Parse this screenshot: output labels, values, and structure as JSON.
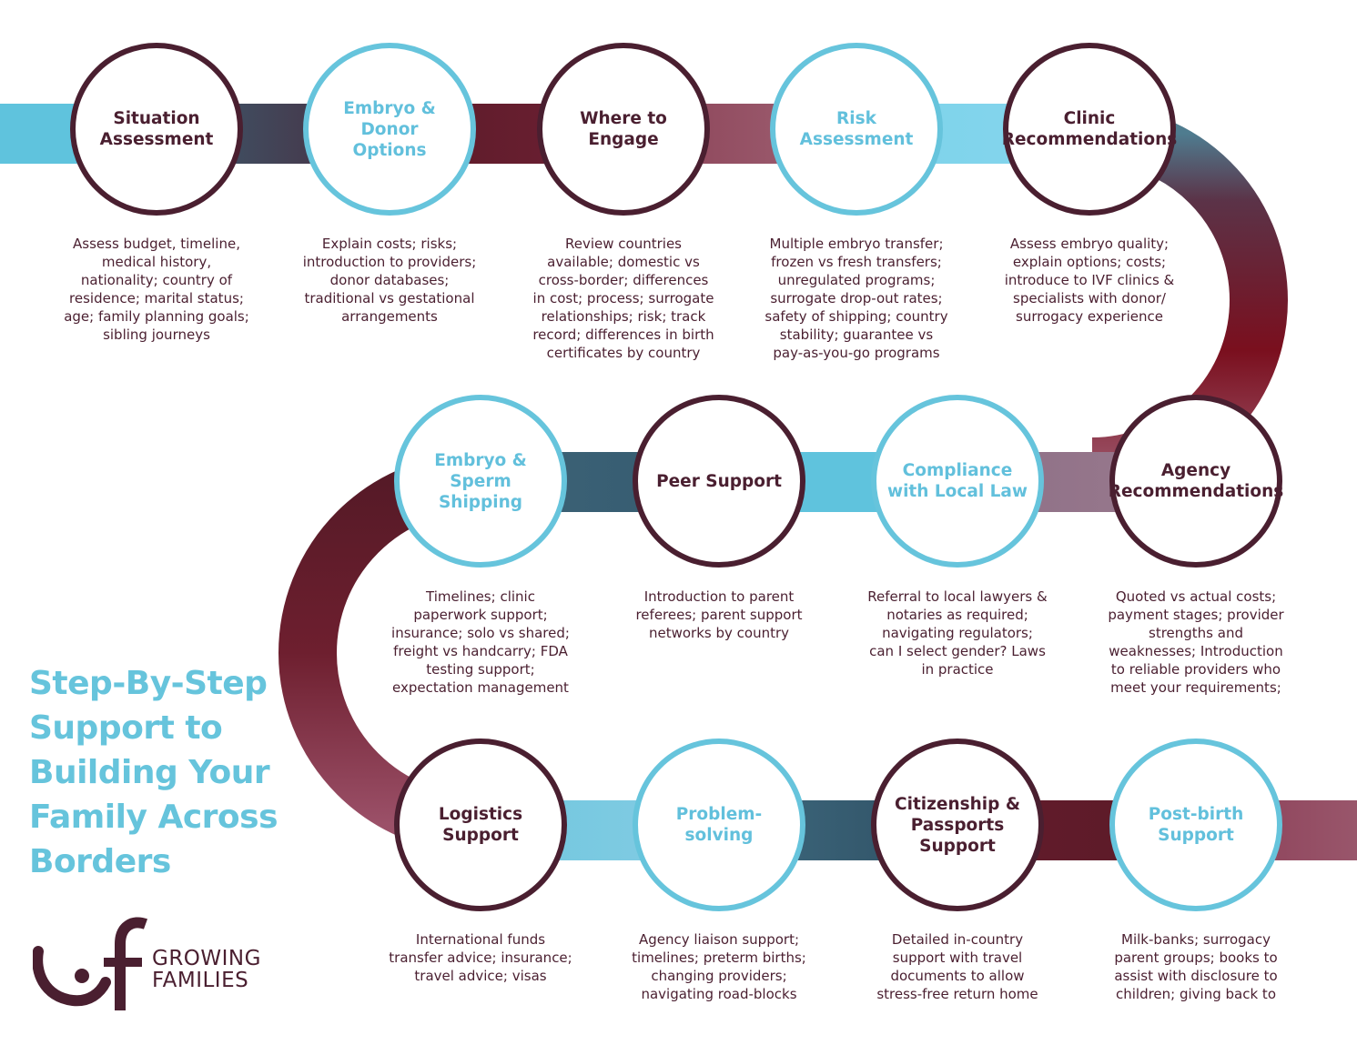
{
  "headline": "Step-By-Step\nSupport to\nBuilding Your\nFamily Across\nBorders",
  "brand": {
    "name": "GROWING\nFAMILIES",
    "icon": "growing-families-logo-mark"
  },
  "colors": {
    "teal": "#66c4dc",
    "maroon": "#4a1f30",
    "dark_red": "#6b1a27",
    "mauve": "#8f4d63"
  },
  "steps": [
    {
      "title": "Situation\nAssessment",
      "style": "dark",
      "description": "Assess budget, timeline,\nmedical history,\nnationality; country of\nresidence; marital status;\nage; family planning goals;\nsibling journeys"
    },
    {
      "title": "Embryo &\nDonor\nOptions",
      "style": "teal",
      "description": "Explain costs; risks;\nintroduction to providers;\ndonor databases;\ntraditional vs gestational\narrangements"
    },
    {
      "title": "Where to\nEngage",
      "style": "dark",
      "description": "Review countries\navailable; domestic vs\ncross-border; differences\nin cost; process; surrogate\nrelationships; risk; track\nrecord; differences in birth\ncertificates by country"
    },
    {
      "title": "Risk\nAssessment",
      "style": "teal",
      "description": "Multiple embryo transfer;\nfrozen vs fresh transfers;\nunregulated programs;\nsurrogate drop-out rates;\nsafety of shipping; country\nstability; guarantee vs\npay-as-you-go programs"
    },
    {
      "title": "Clinic\nRecommendations",
      "style": "dark",
      "description": "Assess embryo quality;\nexplain options; costs;\nintroduce to IVF clinics &\nspecialists with donor/\nsurrogacy experience"
    },
    {
      "title": "Agency\nRecommendations",
      "style": "dark",
      "description": "Quoted vs actual costs;\npayment stages; provider\nstrengths and\nweaknesses; Introduction\nto reliable providers who\nmeet your requirements;"
    },
    {
      "title": "Compliance\nwith Local Law",
      "style": "teal",
      "description": "Referral to local lawyers &\nnotaries as required;\nnavigating regulators;\ncan I select gender? Laws\nin practice"
    },
    {
      "title": "Peer Support",
      "style": "dark",
      "description": "Introduction to parent\nreferees; parent support\nnetworks by country"
    },
    {
      "title": "Embryo &\nSperm Shipping",
      "style": "teal",
      "description": "Timelines; clinic\npaperwork support;\ninsurance; solo vs shared;\nfreight vs handcarry; FDA\ntesting support;\nexpectation management"
    },
    {
      "title": "Logistics Support",
      "style": "dark",
      "description": "International funds\ntransfer advice; insurance;\ntravel advice; visas"
    },
    {
      "title": "Problem-solving",
      "style": "teal",
      "description": "Agency liaison support;\ntimelines; preterm births;\nchanging providers;\nnavigating road-blocks"
    },
    {
      "title": "Citizenship &\nPassports\nSupport",
      "style": "dark",
      "description": "Detailed in-country\nsupport with travel\ndocuments to allow\nstress-free return home"
    },
    {
      "title": "Post-birth Support",
      "style": "teal",
      "description": "Milk-banks; surrogacy\nparent groups; books to\nassist with disclosure to\nchildren; giving back to"
    }
  ]
}
